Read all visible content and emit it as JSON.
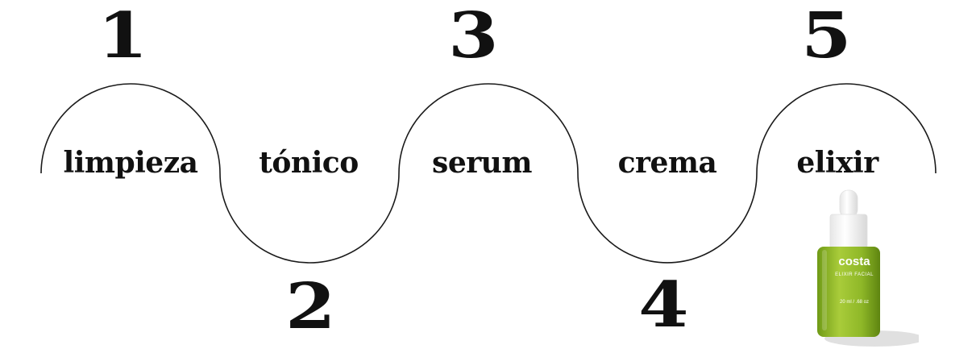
{
  "steps": [
    {
      "number": "1",
      "label": "limpieza"
    },
    {
      "number": "2",
      "label": "tónico"
    },
    {
      "number": "3",
      "label": "serum"
    },
    {
      "number": "4",
      "label": "crema"
    },
    {
      "number": "5",
      "label": "elixir"
    }
  ],
  "product": {
    "brand": "costa",
    "name": "ELIXIR FACIAL",
    "volume": "20 ml / .68 oz",
    "color": "#9bbf2c"
  }
}
